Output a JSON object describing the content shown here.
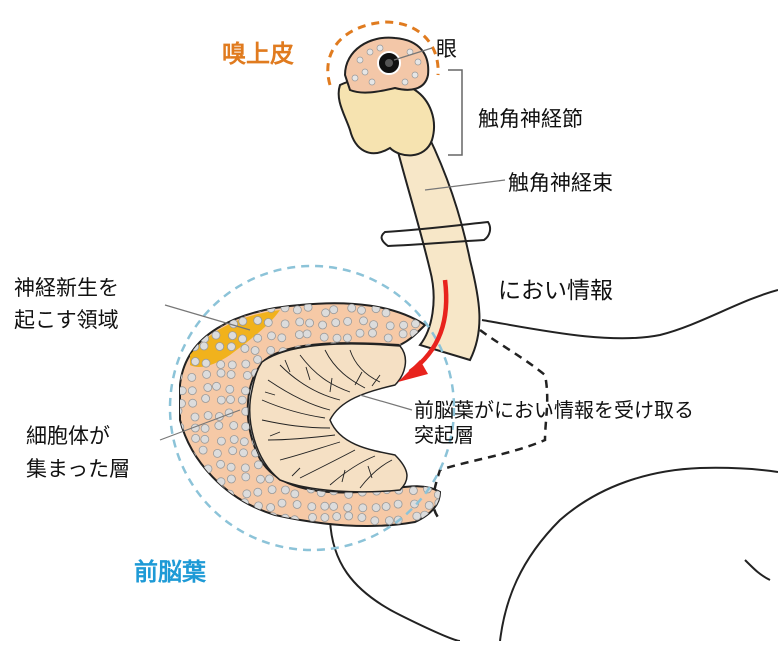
{
  "labels": {
    "olfactory_epithelium": "嗅上皮",
    "eye": "眼",
    "tentacle_ganglion": "触角神経節",
    "tentacle_nerve_bundle": "触角神経束",
    "odor_info": "におい情報",
    "neurogenesis_line1": "神経新生を",
    "neurogenesis_line2": "起こす領域",
    "cell_body_line1": "細胞体が",
    "cell_body_line2": "集まった層",
    "receiving_line1": "前脳葉がにおい情報を受け取る",
    "receiving_line2": "突起層",
    "procerebrum": "前脳葉"
  },
  "colors": {
    "olfactory_epithelium": "#e07b1f",
    "odor_info": "#e8231d",
    "procerebrum": "#1e9ad6",
    "dashed_circle": "#8cc3d8",
    "cell_layer": "#f6c9a6",
    "neurogenesis_zone": "#f1b21c",
    "neuropil": "#f5e0c4",
    "ganglion": "#f6e3b0",
    "nerve": "#f7e7c8",
    "cells": "#dcdcdc"
  }
}
